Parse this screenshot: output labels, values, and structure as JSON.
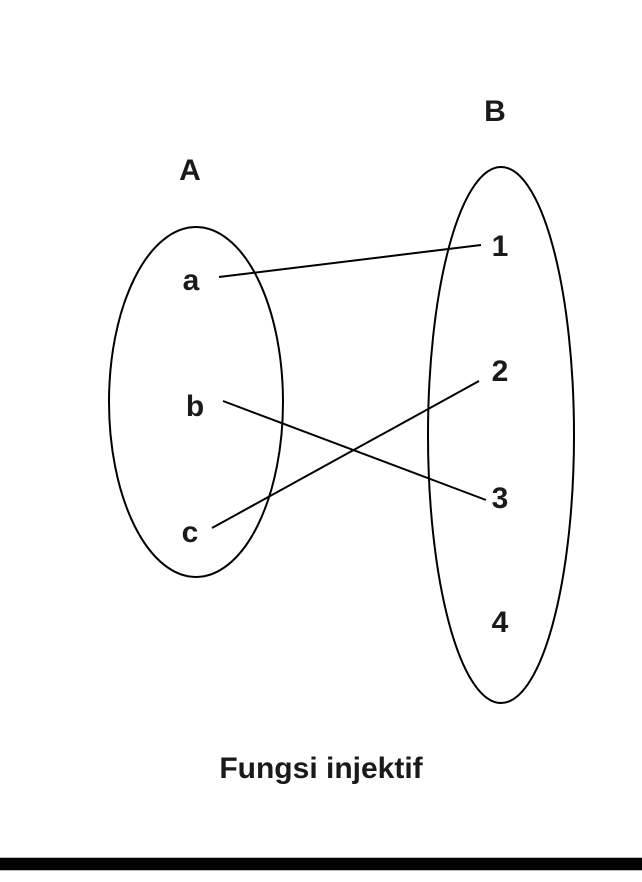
{
  "diagram": {
    "title": "Fungsi injektif",
    "set_a": {
      "label": "A",
      "elements": [
        "a",
        "b",
        "c"
      ]
    },
    "set_b": {
      "label": "B",
      "elements": [
        "1",
        "2",
        "3",
        "4"
      ]
    },
    "mappings": [
      {
        "from": "a",
        "to": "1"
      },
      {
        "from": "b",
        "to": "3"
      },
      {
        "from": "c",
        "to": "2"
      }
    ],
    "colors": {
      "line": "#000000",
      "text": "#1a1a1a",
      "background": "#ffffff"
    }
  }
}
